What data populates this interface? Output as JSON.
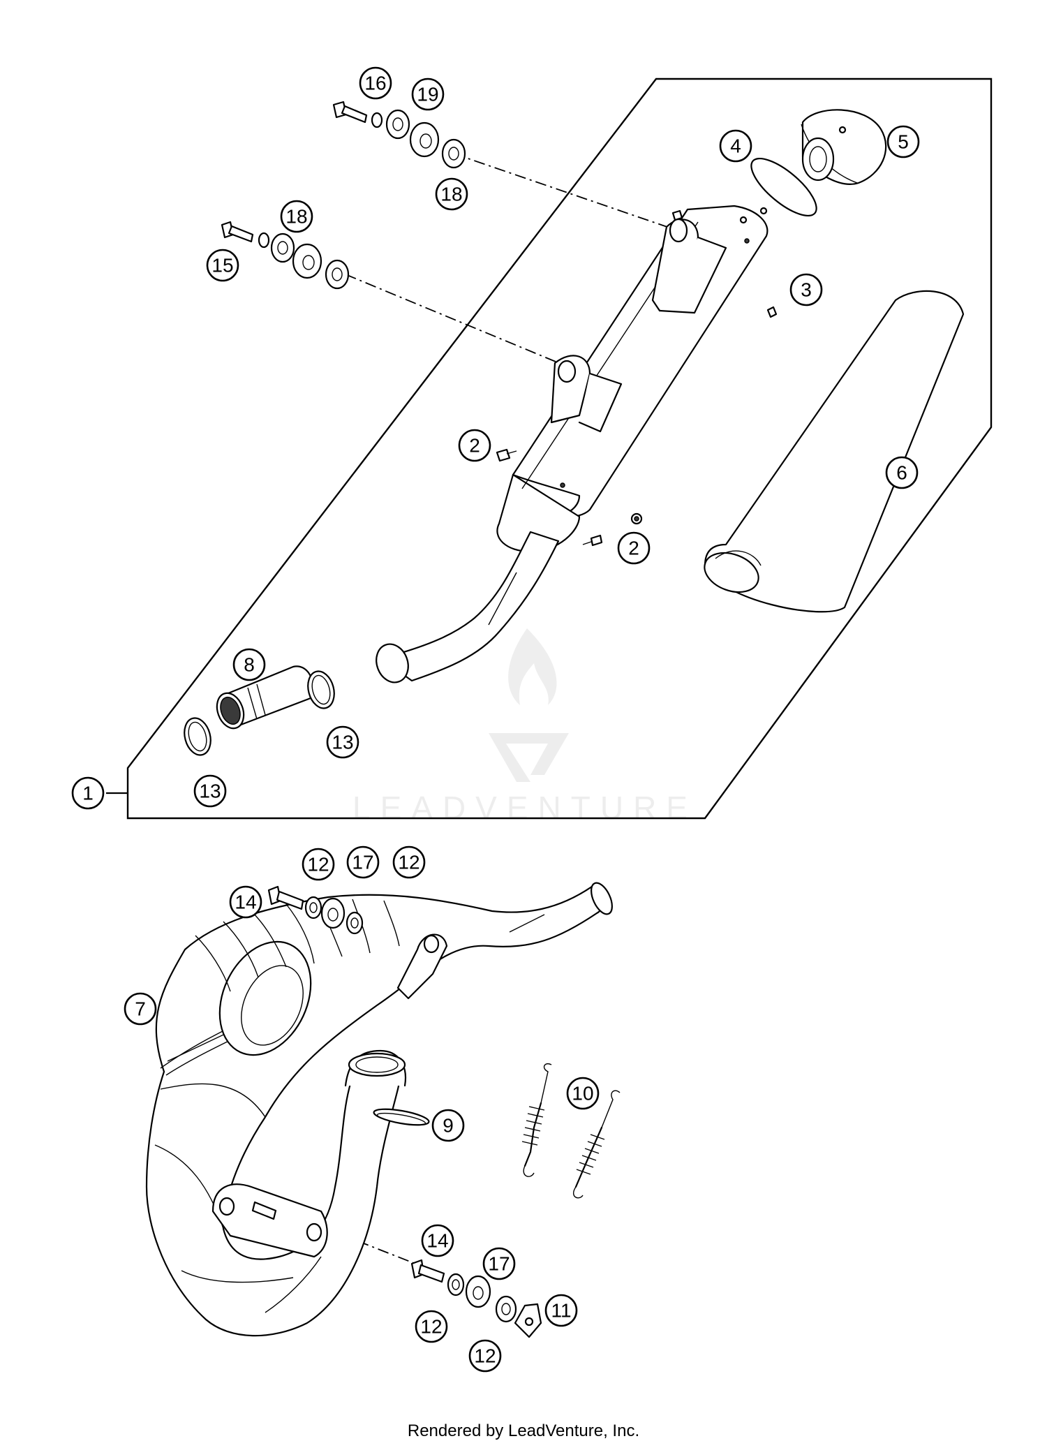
{
  "diagram": {
    "callouts": [
      {
        "id": "c1",
        "label": "1"
      },
      {
        "id": "c2a",
        "label": "2"
      },
      {
        "id": "c2b",
        "label": "2"
      },
      {
        "id": "c3",
        "label": "3"
      },
      {
        "id": "c4",
        "label": "4"
      },
      {
        "id": "c5",
        "label": "5"
      },
      {
        "id": "c6",
        "label": "6"
      },
      {
        "id": "c7",
        "label": "7"
      },
      {
        "id": "c8",
        "label": "8"
      },
      {
        "id": "c9",
        "label": "9"
      },
      {
        "id": "c10",
        "label": "10"
      },
      {
        "id": "c11",
        "label": "11"
      },
      {
        "id": "c12a",
        "label": "12"
      },
      {
        "id": "c12b",
        "label": "12"
      },
      {
        "id": "c12c",
        "label": "12"
      },
      {
        "id": "c12d",
        "label": "12"
      },
      {
        "id": "c13a",
        "label": "13"
      },
      {
        "id": "c13b",
        "label": "13"
      },
      {
        "id": "c14a",
        "label": "14"
      },
      {
        "id": "c14b",
        "label": "14"
      },
      {
        "id": "c15",
        "label": "15"
      },
      {
        "id": "c16",
        "label": "16"
      },
      {
        "id": "c17a",
        "label": "17"
      },
      {
        "id": "c17b",
        "label": "17"
      },
      {
        "id": "c18a",
        "label": "18"
      },
      {
        "id": "c18b",
        "label": "18"
      },
      {
        "id": "c19",
        "label": "19"
      }
    ],
    "watermark": "LEADVENTURE"
  },
  "footer": {
    "text": "Rendered by LeadVenture, Inc."
  }
}
